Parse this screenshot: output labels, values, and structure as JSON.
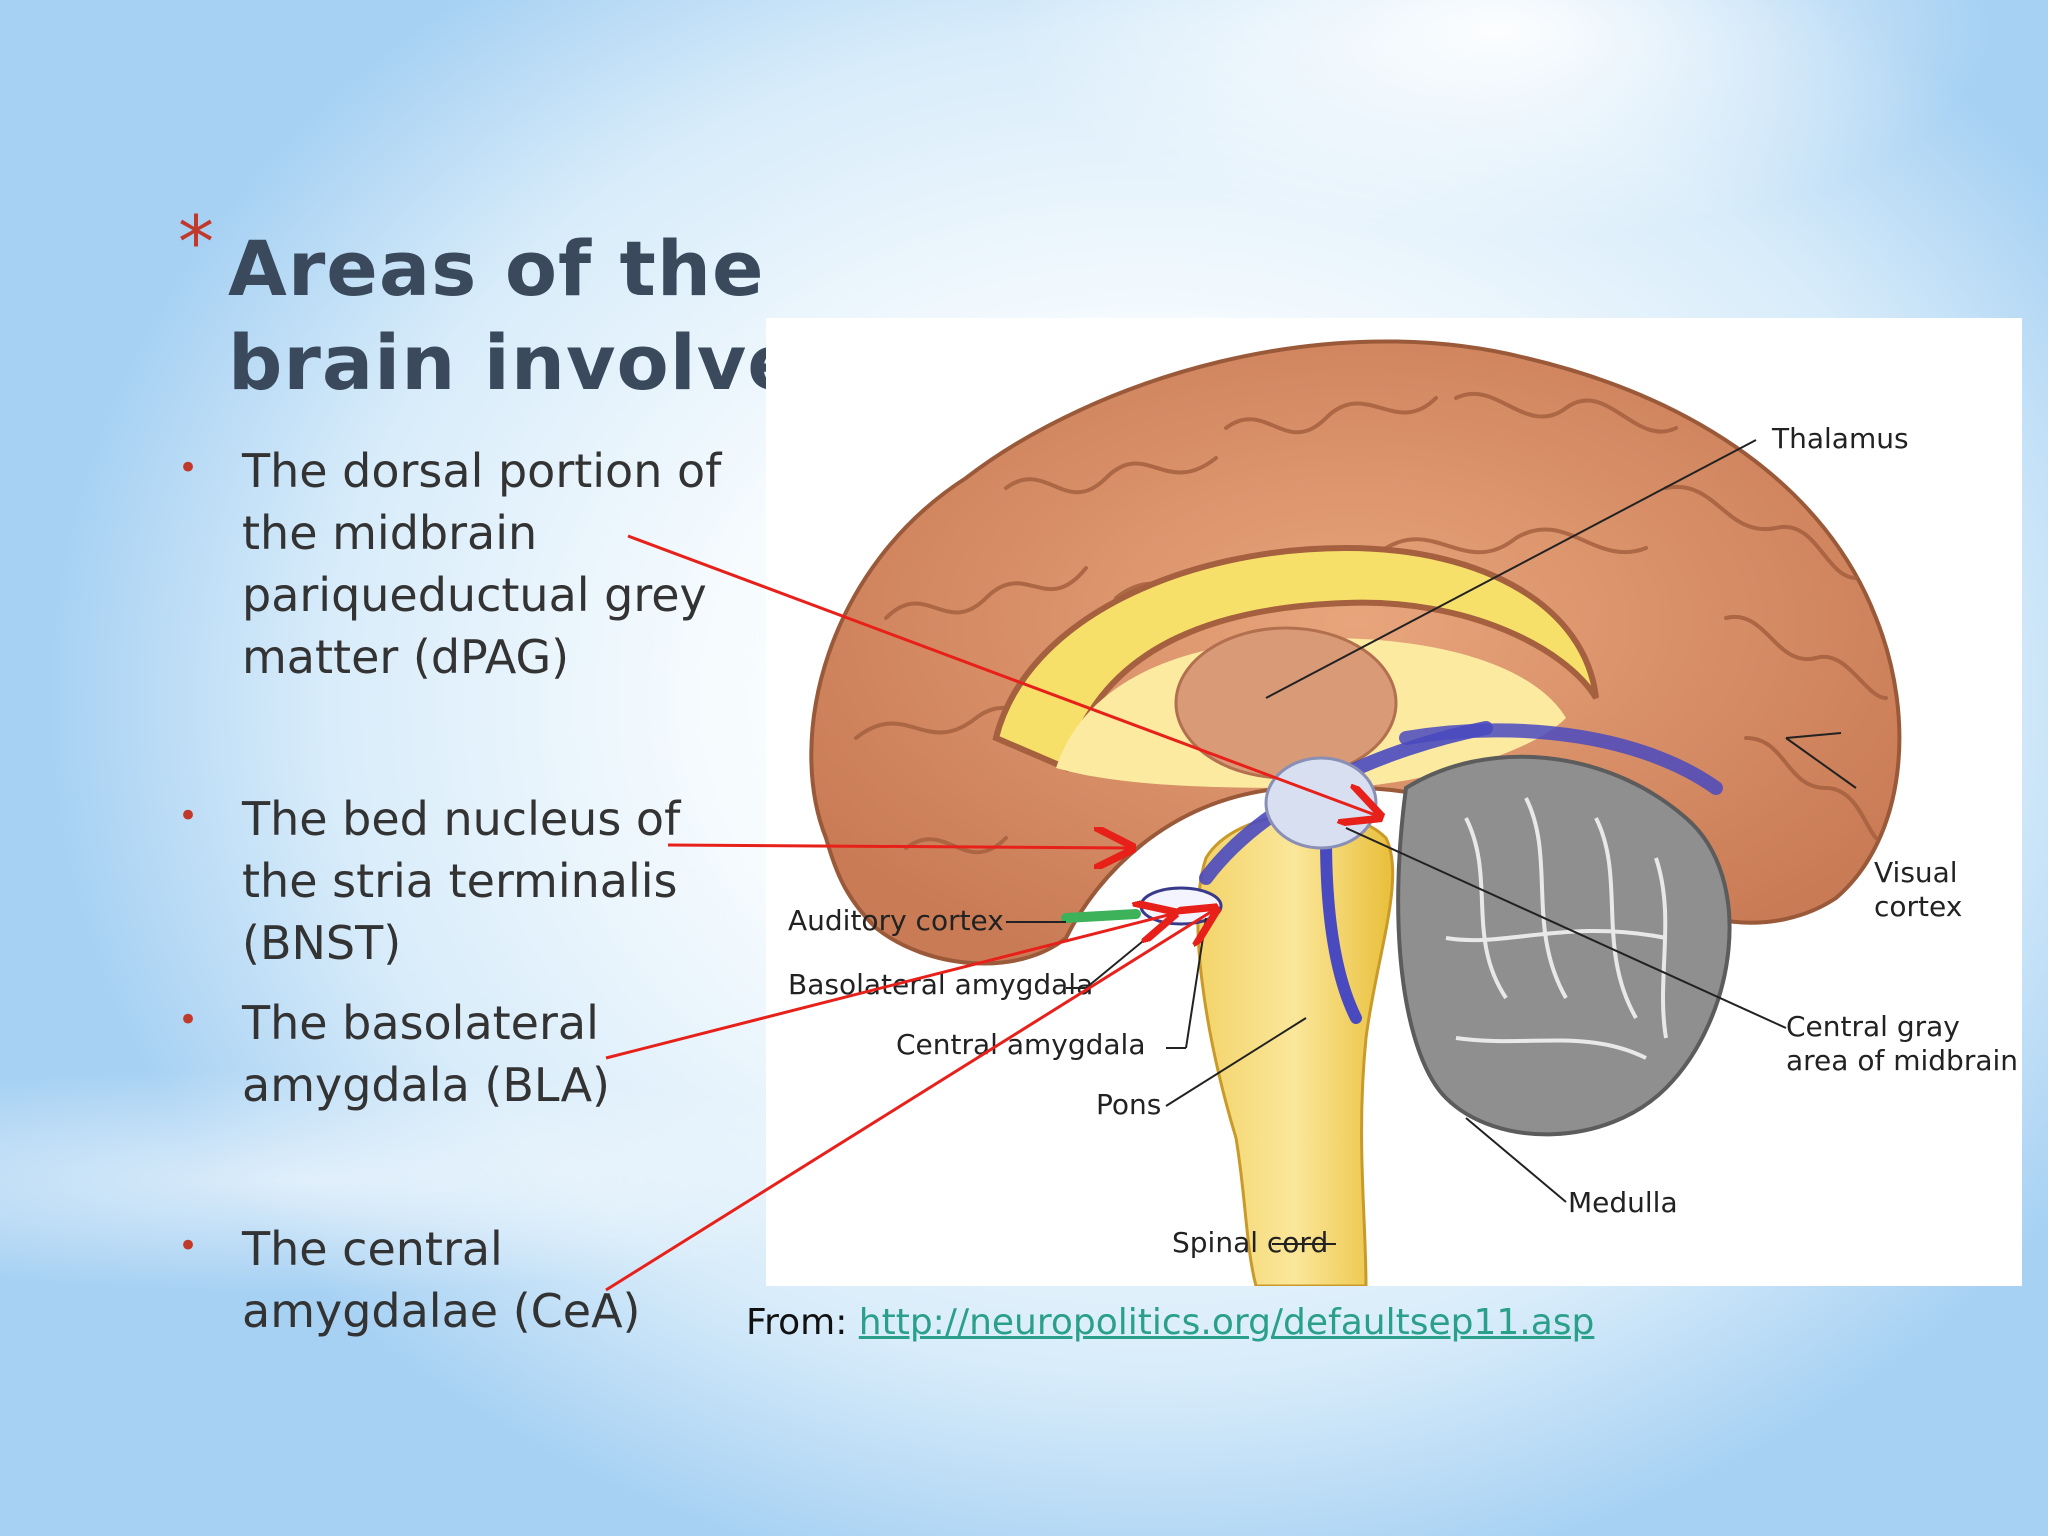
{
  "slide": {
    "title_marker": "*",
    "title": "Areas of the brain involved:",
    "bullets": [
      {
        "marker": "•",
        "text": "The dorsal portion of the midbrain pariqueductual grey matter  (dPAG)"
      },
      {
        "marker": "•",
        "text": "The bed nucleus of the stria terminalis (BNST)"
      },
      {
        "marker": "•",
        "text": "The basolateral amygdala (BLA)"
      },
      {
        "marker": "•",
        "text": "The central amygdalae (CeA)"
      }
    ],
    "figure_labels": {
      "thalamus": "Thalamus",
      "visual_cortex": "Visual cortex",
      "central_gray": "Central gray area of midbrain",
      "auditory_cortex": "Auditory cortex",
      "basolateral_amygdala": "Basolateral amygdala",
      "central_amygdala": "Central amygdala",
      "pons": "Pons",
      "medulla": "Medulla",
      "spinal_cord": "Spinal cord"
    },
    "source": {
      "prefix": "From:",
      "link": "http://neuropolitics.org/defaultsep11.asp"
    },
    "colors": {
      "accent": "#c0392b",
      "arrow": "#e8201a",
      "link": "#2aa08a",
      "title": "#3a4a5c"
    }
  }
}
